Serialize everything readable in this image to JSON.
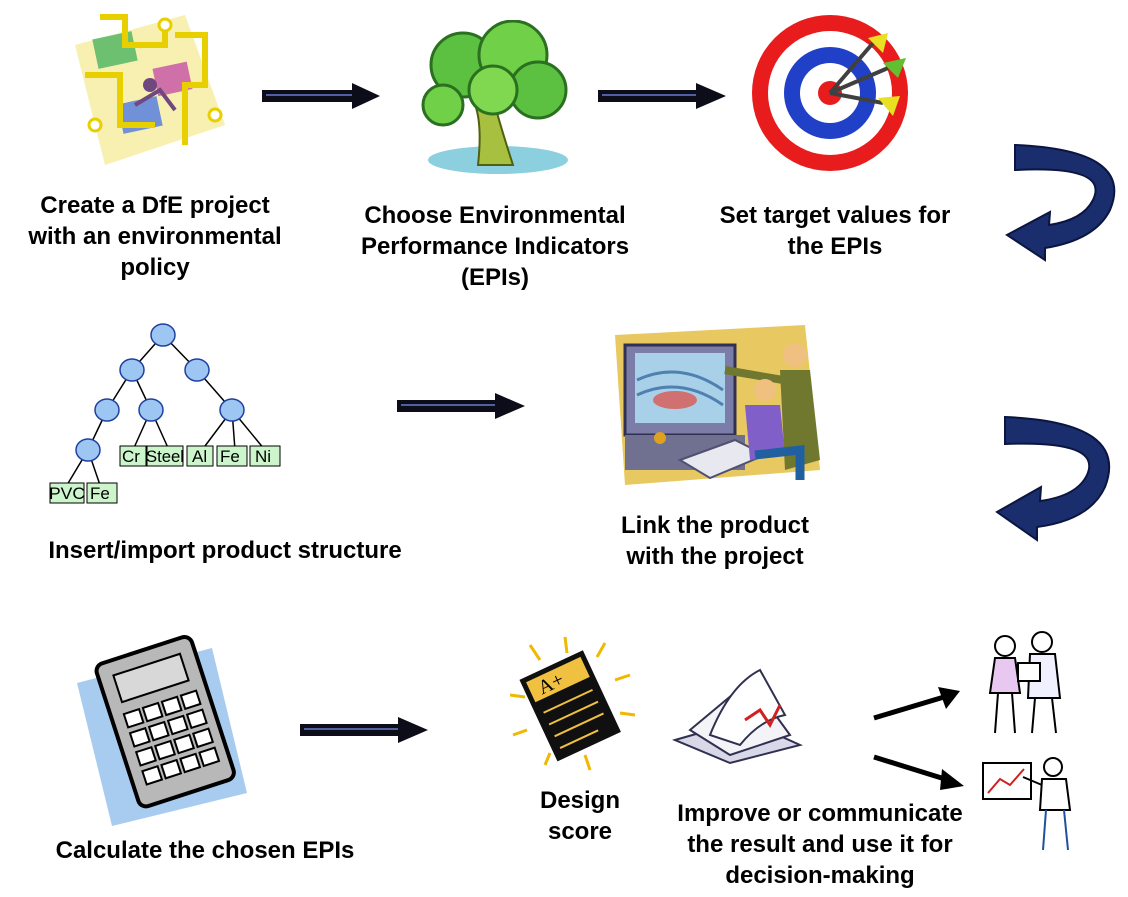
{
  "steps": {
    "create_project": "Create a DfE project\nwith an environmental\npolicy",
    "choose_epis": "Choose Environmental\nPerformance Indicators\n(EPIs)",
    "set_targets": "Set target values for\nthe EPIs",
    "insert_structure": "Insert/import product structure",
    "link_product": "Link the product\nwith the project",
    "calculate_epis": "Calculate the chosen EPIs",
    "design_score": "Design\nscore",
    "improve_communicate": "Improve or communicate\nthe result and use it for\ndecision-making"
  },
  "tree_leaves": [
    "Cr",
    "Steel",
    "Al",
    "Fe",
    "Ni",
    "PVC",
    "Fe"
  ],
  "grade": "A+",
  "colors": {
    "arrow": "#0d0d1a",
    "curved_arrow": "#1a2e6e",
    "node": "#9ec6f2",
    "leaf": "#ccf5cc"
  }
}
